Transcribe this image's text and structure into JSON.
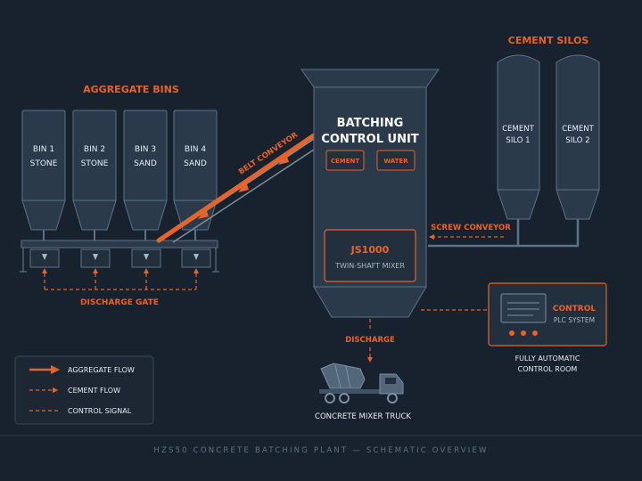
{
  "colors": {
    "background": "#18222e",
    "unit_fill": "#2a3a4b",
    "unit_stroke": "#5b7288",
    "accent": "#e8632a",
    "text_light": "#e6edf3",
    "text_muted": "#aab7c4",
    "muted_line": "#3a4a5b"
  },
  "aggregate_bins": {
    "title": "AGGREGATE BINS",
    "bins": [
      {
        "name": "BIN 1",
        "material": "STONE"
      },
      {
        "name": "BIN 2",
        "material": "STONE"
      },
      {
        "name": "BIN 3",
        "material": "SAND"
      },
      {
        "name": "BIN 4",
        "material": "SAND"
      }
    ],
    "discharge_gate_label": "DISCHARGE GATE"
  },
  "belt_conveyor": {
    "label": "BELT CONVEYOR"
  },
  "batching_unit": {
    "title_line1": "BATCHING",
    "title_line2": "CONTROL UNIT",
    "badge_cement": "CEMENT",
    "badge_water": "WATER",
    "mixer_model": "JS1000",
    "mixer_type": "TWIN-SHAFT MIXER",
    "discharge_label": "DISCHARGE"
  },
  "cement_silos": {
    "title": "CEMENT SILOS",
    "silos": [
      {
        "line1": "CEMENT",
        "line2": "SILO 1"
      },
      {
        "line1": "CEMENT",
        "line2": "SILO 2"
      }
    ],
    "screw_conveyor_label": "SCREW CONVEYOR"
  },
  "control_room": {
    "title": "CONTROL",
    "subtitle": "PLC SYSTEM",
    "caption_line1": "FULLY AUTOMATIC",
    "caption_line2": "CONTROL ROOM"
  },
  "truck": {
    "label": "CONCRETE MIXER TRUCK"
  },
  "legend": {
    "items": [
      {
        "label": "AGGREGATE FLOW"
      },
      {
        "label": "CEMENT FLOW"
      },
      {
        "label": "CONTROL SIGNAL"
      }
    ]
  },
  "footer": {
    "title": "HZS50 CONCRETE BATCHING PLANT — SCHEMATIC OVERVIEW"
  }
}
